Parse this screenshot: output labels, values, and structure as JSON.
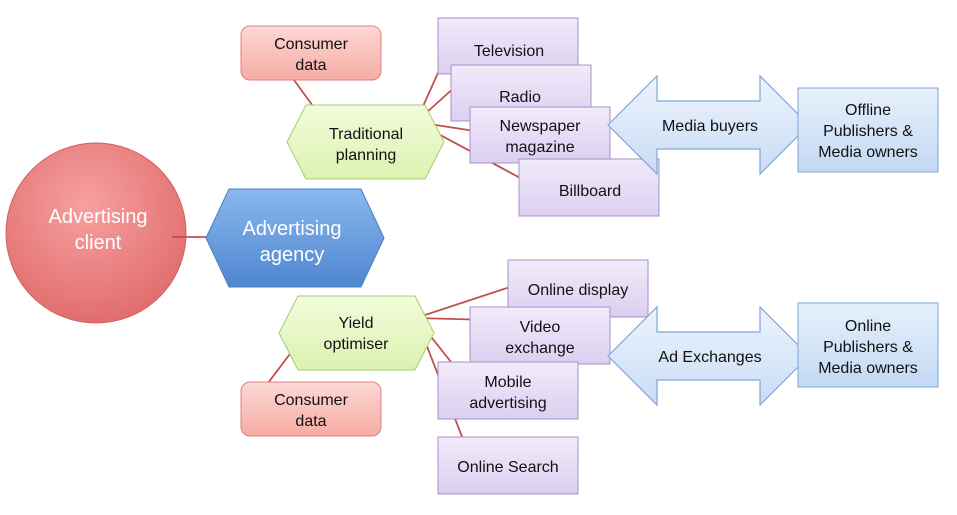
{
  "nodes": {
    "client": [
      "Advertising",
      "client"
    ],
    "agency": [
      "Advertising",
      "agency"
    ],
    "consumer_top": [
      "Consumer",
      "data"
    ],
    "traditional": [
      "Traditional",
      "planning"
    ],
    "television": [
      "Television"
    ],
    "radio": [
      "Radio"
    ],
    "newspaper": [
      "Newspaper",
      "magazine"
    ],
    "billboard": [
      "Billboard"
    ],
    "media_buyers": [
      "Media buyers"
    ],
    "offline_publishers": [
      "Offline",
      "Publishers &",
      "Media owners"
    ],
    "yield": [
      "Yield",
      "optimiser"
    ],
    "consumer_bottom": [
      "Consumer",
      "data"
    ],
    "online_display": [
      "Online display"
    ],
    "video": [
      "Video",
      "exchange"
    ],
    "mobile": [
      "Mobile",
      "advertising"
    ],
    "online_search": [
      "Online Search"
    ],
    "ad_exchanges": [
      "Ad Exchanges"
    ],
    "online_publishers": [
      "Online",
      "Publishers &",
      "Media owners"
    ]
  },
  "colors": {
    "client_fill": "#f08080",
    "client_stroke": "#d06060",
    "agency_fill": "#6b9fe0",
    "agency_stroke": "#4a7fc4",
    "planning_fill": "#e8f8c8",
    "planning_stroke": "#a8cc70",
    "consumer_fill": "#fbc6c0",
    "consumer_stroke": "#e08080",
    "media_fill": "#e6dcf4",
    "media_stroke": "#a890c8",
    "arrow_fill": "#d8e8fa",
    "arrow_stroke": "#7ea6d8",
    "publisher_fill": "#d4e6f8",
    "publisher_stroke": "#7ea6d8",
    "connector": "#c0504d"
  }
}
